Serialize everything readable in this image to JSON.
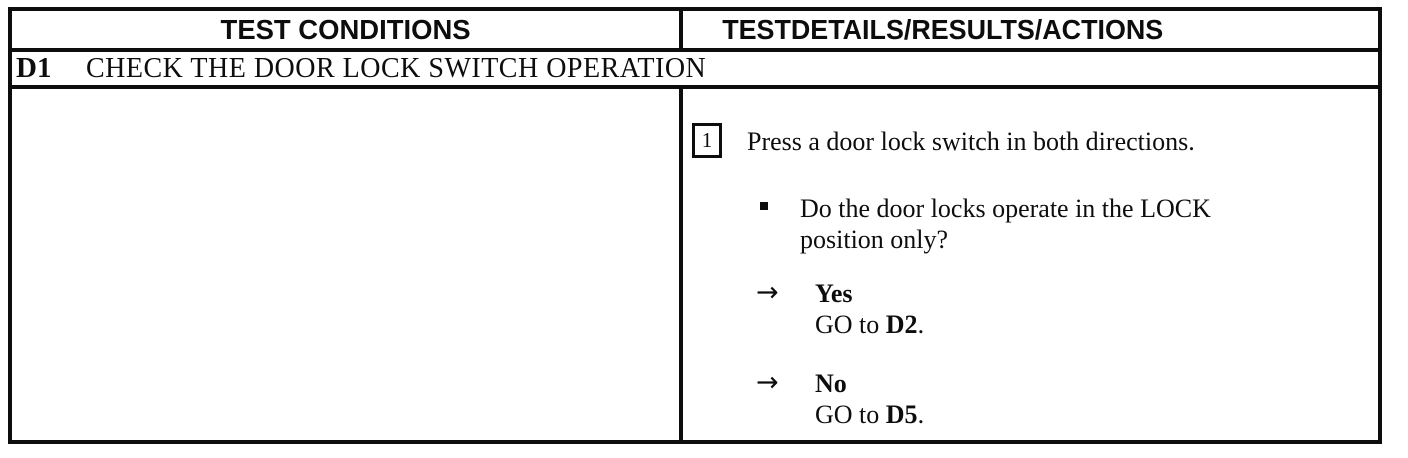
{
  "table": {
    "header": {
      "left": "TEST CONDITIONS",
      "right": "TESTDETAILS/RESULTS/ACTIONS"
    },
    "test_row": {
      "id": "D1",
      "title": "CHECK THE DOOR LOCK SWITCH OPERATION"
    },
    "details": {
      "step_number": "1",
      "step_text": "Press a door lock switch in both directions.",
      "question": {
        "line1": "Do the door locks operate in the LOCK",
        "line2": "position only?"
      },
      "results": [
        {
          "arrow": "→",
          "answer": "Yes",
          "action_prefix": "GO to ",
          "action_target": "D2",
          "action_suffix": "."
        },
        {
          "arrow": "→",
          "answer": "No",
          "action_prefix": "GO to ",
          "action_target": "D5",
          "action_suffix": "."
        }
      ]
    },
    "colors": {
      "ink": "#0d0d0d",
      "paper": "#ffffff"
    }
  }
}
